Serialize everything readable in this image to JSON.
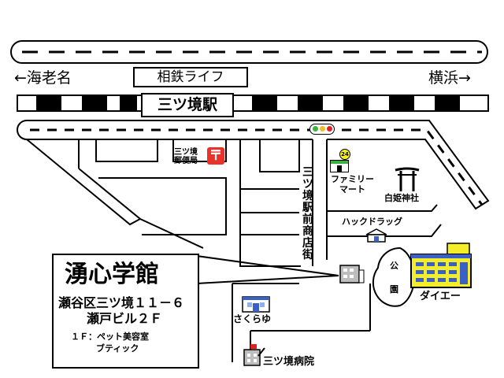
{
  "directions": {
    "left": "←海老名",
    "right": "横浜→"
  },
  "railway": {
    "line_sign": "相鉄ライフ",
    "station": "三ツ境駅"
  },
  "street": {
    "shopping_street": "三ツ境駅前商店街"
  },
  "landmarks": {
    "post_office_line1": "三ツ境",
    "post_office_line2": "郵便局",
    "family_mart_line1": "ファミリー",
    "family_mart_line2": "マート",
    "shrine": "白姫神社",
    "drugstore": "ハックドラッグ",
    "park_line1": "公",
    "park_line2": "園",
    "daiei": "ダイエー",
    "sakurayu": "さくらゆ",
    "hospital": "三ツ境病院",
    "convenience_badge": "24"
  },
  "school": {
    "name": "湧心学館",
    "address": "瀬谷区三ツ境１１－６",
    "building": "瀬戸ビル２Ｆ",
    "floor1_line1": "１Ｆ：ペット美容室",
    "floor1_line2": "ブティック"
  },
  "colors": {
    "post_office": "#e8322b",
    "daiei_building": "#f4ee2a",
    "daiei_accent": "#3a5fc6",
    "signal_green": "#3cb043",
    "signal_yellow": "#f0c020",
    "signal_red": "#e02020"
  }
}
